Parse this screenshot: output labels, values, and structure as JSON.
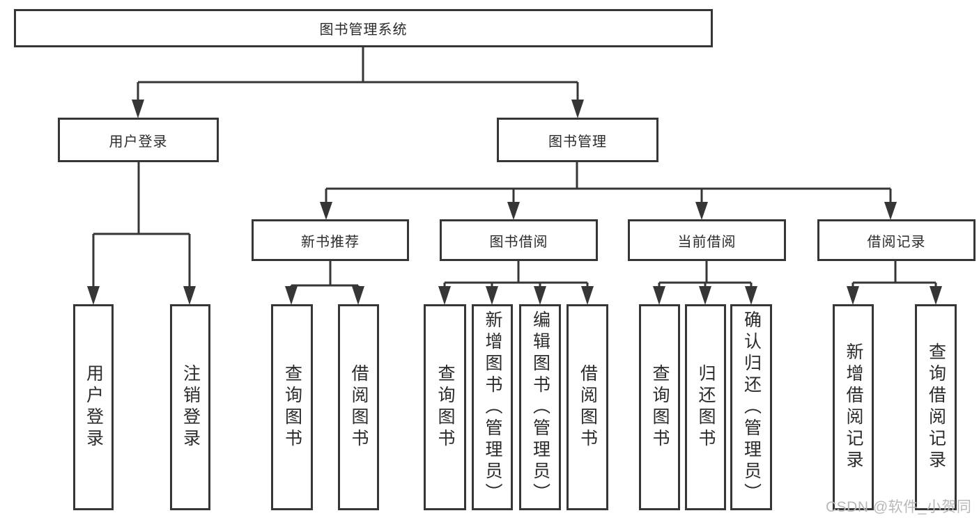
{
  "colors": {
    "line": "#363636",
    "text": "#2b2b2b",
    "box_background": "#ffffff",
    "watermark": "#b8b8b8"
  },
  "tree": {
    "root": {
      "label": "图书管理系统"
    },
    "branches": [
      {
        "label": "用户登录",
        "children": [
          {
            "label": "用户登录"
          },
          {
            "label": "注销登录"
          }
        ]
      },
      {
        "label": "图书管理",
        "children": [
          {
            "label": "新书推荐",
            "children": [
              {
                "label": "查询图书"
              },
              {
                "label": "借阅图书"
              }
            ]
          },
          {
            "label": "图书借阅",
            "children": [
              {
                "label": "查询图书"
              },
              {
                "label": "新增图书（管理员）"
              },
              {
                "label": "编辑图书（管理员）"
              },
              {
                "label": "借阅图书"
              }
            ]
          },
          {
            "label": "当前借阅",
            "children": [
              {
                "label": "查询图书"
              },
              {
                "label": "归还图书"
              },
              {
                "label": "确认归还（管理员）"
              }
            ]
          },
          {
            "label": "借阅记录",
            "children": [
              {
                "label": "新增借阅记录"
              },
              {
                "label": "查询借阅记录"
              }
            ]
          }
        ]
      }
    ]
  },
  "watermark": "CSDN @软件_小贺同学"
}
